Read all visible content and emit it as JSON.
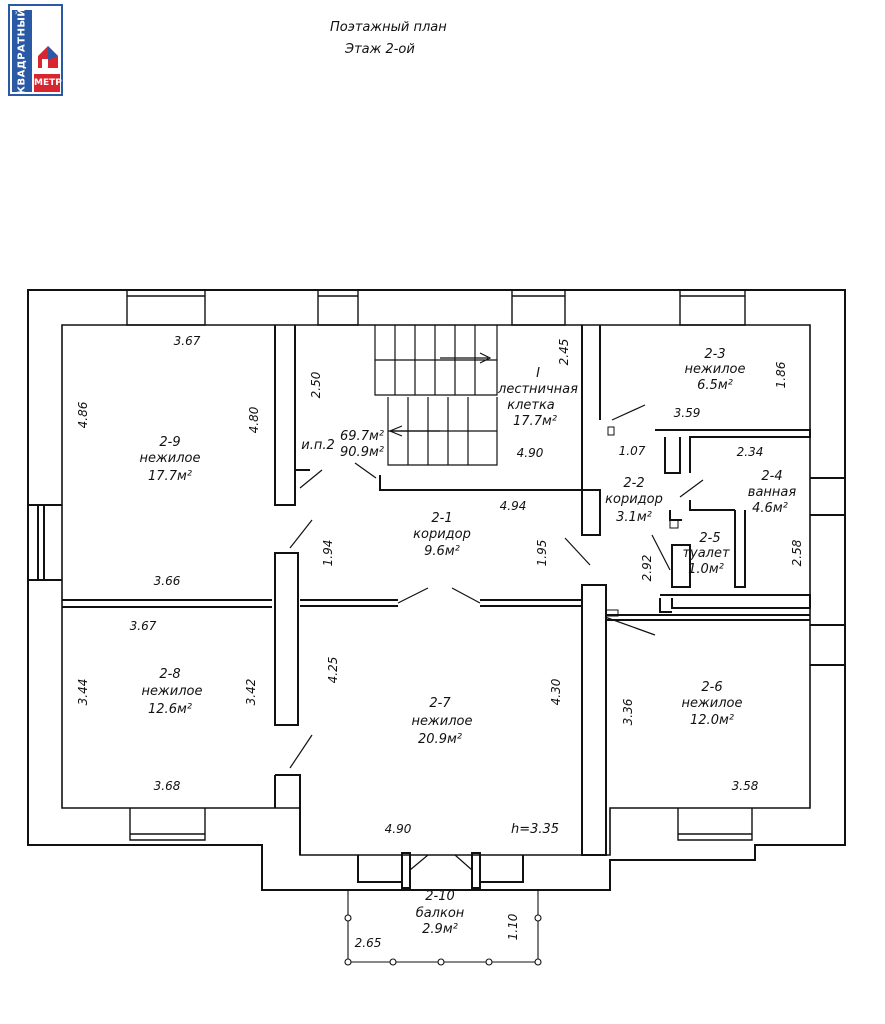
{
  "header": {
    "title": "Поэтажный план",
    "subtitle": "Этаж 2-ой"
  },
  "logo": {
    "brand_vertical": "КВАДРАТНЫЙ",
    "brand_box": "МЕТР",
    "colors": {
      "blue": "#2a5aa6",
      "red": "#d7262f"
    }
  },
  "rooms": {
    "r2_9": {
      "id": "2-9",
      "type": "нежилое",
      "area": "17.7м²"
    },
    "stair": {
      "id": "I",
      "type1": "лестничная",
      "type2": "клетка",
      "area": "17.7м²"
    },
    "r2_3": {
      "id": "2-3",
      "type": "нежилое",
      "area": "6.5м²"
    },
    "r2_4": {
      "id": "2-4",
      "type": "ванная",
      "area": "4.6м²"
    },
    "r2_2": {
      "id": "2-2",
      "type": "коридор",
      "area": "3.1м²"
    },
    "r2_5": {
      "id": "2-5",
      "type": "туалет",
      "area": "1.0м²"
    },
    "r2_1": {
      "id": "2-1",
      "type": "коридор",
      "area": "9.6м²"
    },
    "r2_8": {
      "id": "2-8",
      "type": "нежилое",
      "area": "12.6м²"
    },
    "r2_7": {
      "id": "2-7",
      "type": "нежилое",
      "area": "20.9м²"
    },
    "r2_6": {
      "id": "2-6",
      "type": "нежилое",
      "area": "12.0м²"
    },
    "r2_10": {
      "id": "2-10",
      "type": "балкон",
      "area": "2.9м²"
    }
  },
  "totals": {
    "label": "и.п.2",
    "area1": "69.7м²",
    "area2": "90.9м²"
  },
  "height": "h=3.35",
  "dims": {
    "d367a": "3.67",
    "d486": "4.86",
    "d480": "4.80",
    "d366": "3.66",
    "d250": "2.50",
    "d245": "2.45",
    "d490a": "4.90",
    "d494": "4.94",
    "d186": "1.86",
    "d359": "3.59",
    "d107": "1.07",
    "d234": "2.34",
    "d258": "2.58",
    "d292": "2.92",
    "d194": "1.94",
    "d195": "1.95",
    "d367b": "3.67",
    "d344": "3.44",
    "d342": "3.42",
    "d368": "3.68",
    "d425": "4.25",
    "d430": "4.30",
    "d490b": "4.90",
    "d336": "3.36",
    "d358": "3.58",
    "d265": "2.65",
    "d110": "1.10"
  }
}
